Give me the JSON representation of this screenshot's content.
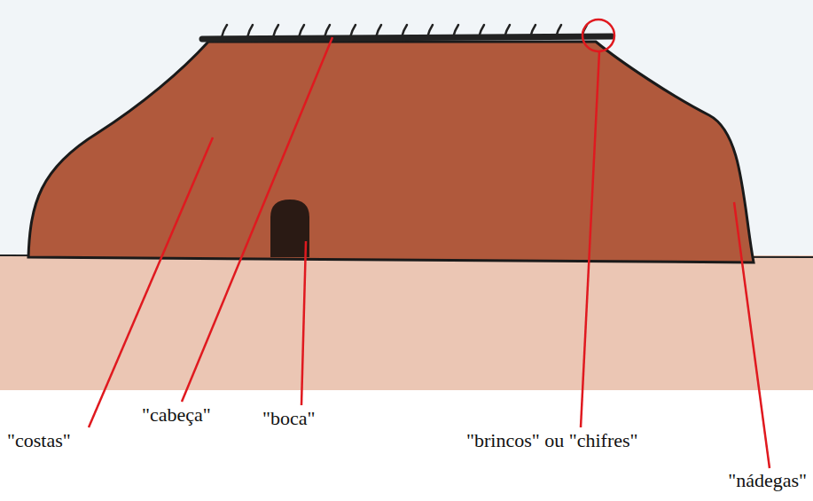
{
  "diagram": {
    "labels": [
      "\"costas\"",
      "\"cabeça\"",
      "\"boca\"",
      "\"brincos\" ou \"chifres\"",
      "\"nádegas\""
    ]
  }
}
